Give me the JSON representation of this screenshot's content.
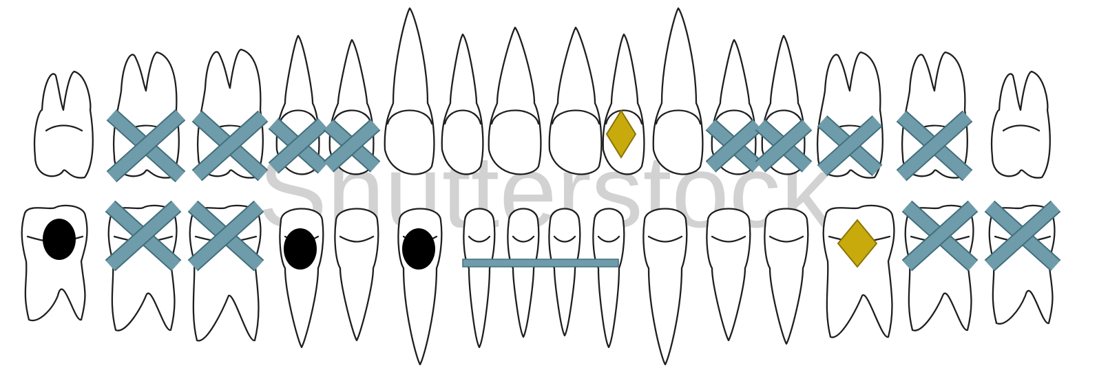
{
  "watermark": "Shutterstock",
  "colors": {
    "tooth_fill": "#ffffff",
    "tooth_outline": "#1e1e1e",
    "missing_mark": "#6f9caa",
    "diamond_mark": "#c8aa0c",
    "dot_mark": "#000000"
  },
  "upper_teeth": [
    {
      "type": "molar3",
      "mark": "none"
    },
    {
      "type": "molar",
      "mark": "x"
    },
    {
      "type": "molar",
      "mark": "x"
    },
    {
      "type": "premolar",
      "mark": "x"
    },
    {
      "type": "premolar",
      "mark": "x"
    },
    {
      "type": "canine",
      "mark": "none"
    },
    {
      "type": "lateral",
      "mark": "none"
    },
    {
      "type": "central",
      "mark": "none"
    },
    {
      "type": "central",
      "mark": "none"
    },
    {
      "type": "lateral",
      "mark": "diamond"
    },
    {
      "type": "canine",
      "mark": "none"
    },
    {
      "type": "premolar",
      "mark": "x"
    },
    {
      "type": "premolar",
      "mark": "x"
    },
    {
      "type": "molar",
      "mark": "x"
    },
    {
      "type": "molar",
      "mark": "x"
    },
    {
      "type": "molar3",
      "mark": "none"
    }
  ],
  "lower_teeth": [
    {
      "type": "molar3",
      "mark": "dot"
    },
    {
      "type": "molar",
      "mark": "x"
    },
    {
      "type": "molar",
      "mark": "x"
    },
    {
      "type": "premolar",
      "mark": "dot"
    },
    {
      "type": "premolar",
      "mark": "none"
    },
    {
      "type": "canine",
      "mark": "dot"
    },
    {
      "type": "incisor",
      "mark": "bar"
    },
    {
      "type": "incisor",
      "mark": "bar"
    },
    {
      "type": "incisor",
      "mark": "bar"
    },
    {
      "type": "incisor",
      "mark": "bar"
    },
    {
      "type": "canine",
      "mark": "none"
    },
    {
      "type": "premolar",
      "mark": "none"
    },
    {
      "type": "premolar",
      "mark": "none"
    },
    {
      "type": "molar",
      "mark": "diamond"
    },
    {
      "type": "molar",
      "mark": "x"
    },
    {
      "type": "molar3",
      "mark": "x"
    }
  ]
}
